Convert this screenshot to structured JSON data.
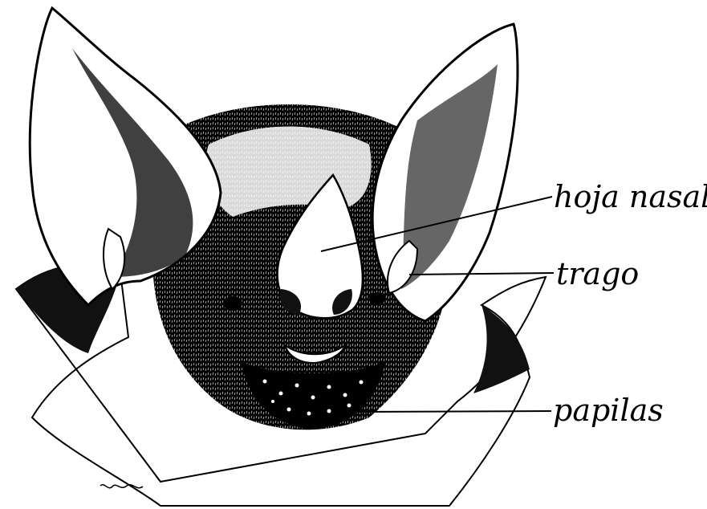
{
  "labels": {
    "nose_leaf": "hoja nasal",
    "tragus": "trago",
    "papillae": "papilas"
  },
  "colors": {
    "ink": "#000000",
    "paper": "#ffffff"
  }
}
